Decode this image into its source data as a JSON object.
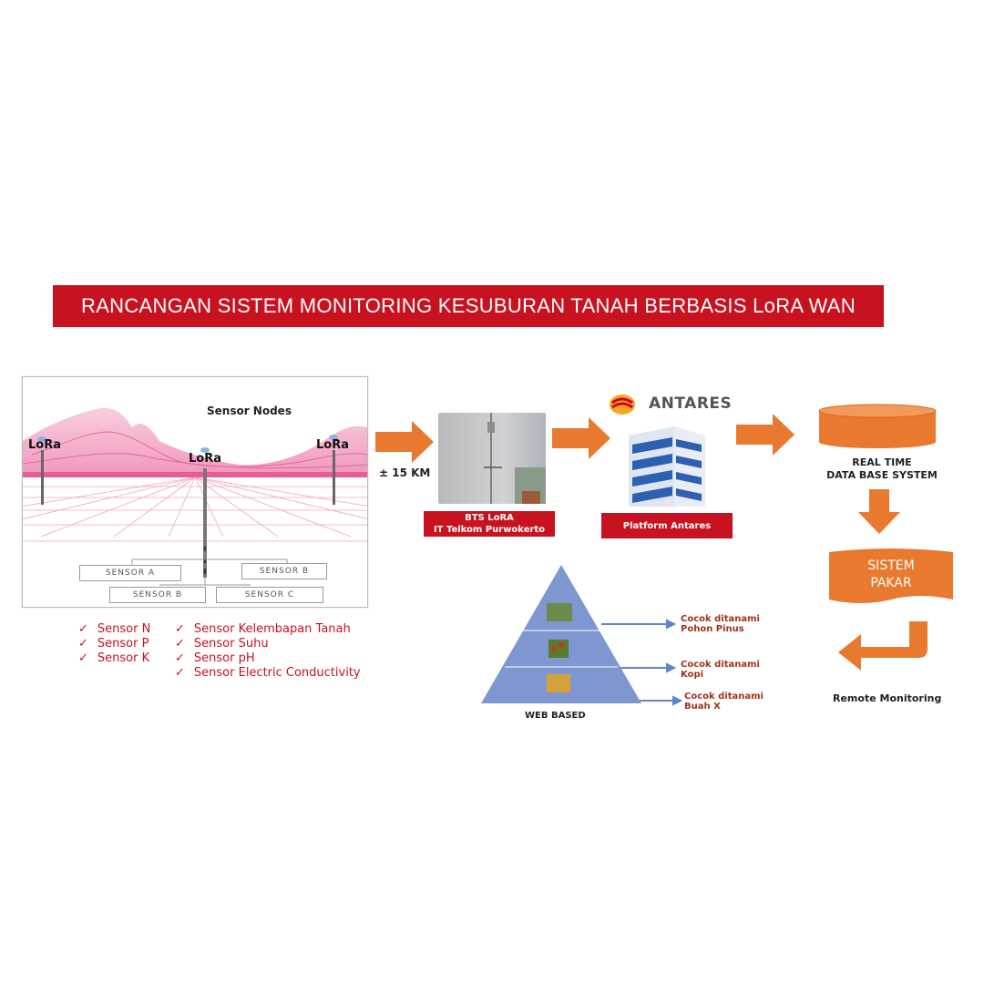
{
  "title": "RANCANGAN SISTEM MONITORING KESUBURAN TANAH BERBASIS LoRA WAN",
  "sensor_panel": {
    "heading": "Sensor Nodes",
    "lora_left": "LoRa",
    "lora_center": "LoRa",
    "lora_right": "LoRa",
    "sensor_boxes": [
      "SENSOR A",
      "SENSOR B",
      "SENSOR B",
      "SENSOR C"
    ]
  },
  "checklist": {
    "col1": [
      "Sensor N",
      "Sensor P",
      "Sensor K"
    ],
    "col2": [
      "Sensor Kelembapan Tanah",
      "Sensor Suhu",
      "Sensor pH",
      "Sensor Electric Conductivity"
    ]
  },
  "distance_label": "± 15 KM",
  "bts_label": {
    "line1": "BTS LoRA",
    "line2": "IT Telkom Purwokerto"
  },
  "antares": {
    "name": "ANTARES",
    "label": "Platform Antares"
  },
  "database": {
    "line1": "REAL TIME",
    "line2": "DATA BASE SYSTEM"
  },
  "expert": {
    "line1": "SISTEM",
    "line2": "PAKAR"
  },
  "remote_label": "Remote Monitoring",
  "pyramid": {
    "label": "WEB BASED",
    "levels": [
      {
        "line1": "Cocok ditanami",
        "line2": "Pohon Pinus"
      },
      {
        "line1": "Cocok ditanami",
        "line2": "Kopi"
      },
      {
        "line1": "Cocok ditanami",
        "line2": "Buah X"
      }
    ]
  },
  "colors": {
    "accent_red": "#c8121f",
    "arrow_orange": "#e8792f",
    "pyramid_blue": "#7f97d0"
  }
}
